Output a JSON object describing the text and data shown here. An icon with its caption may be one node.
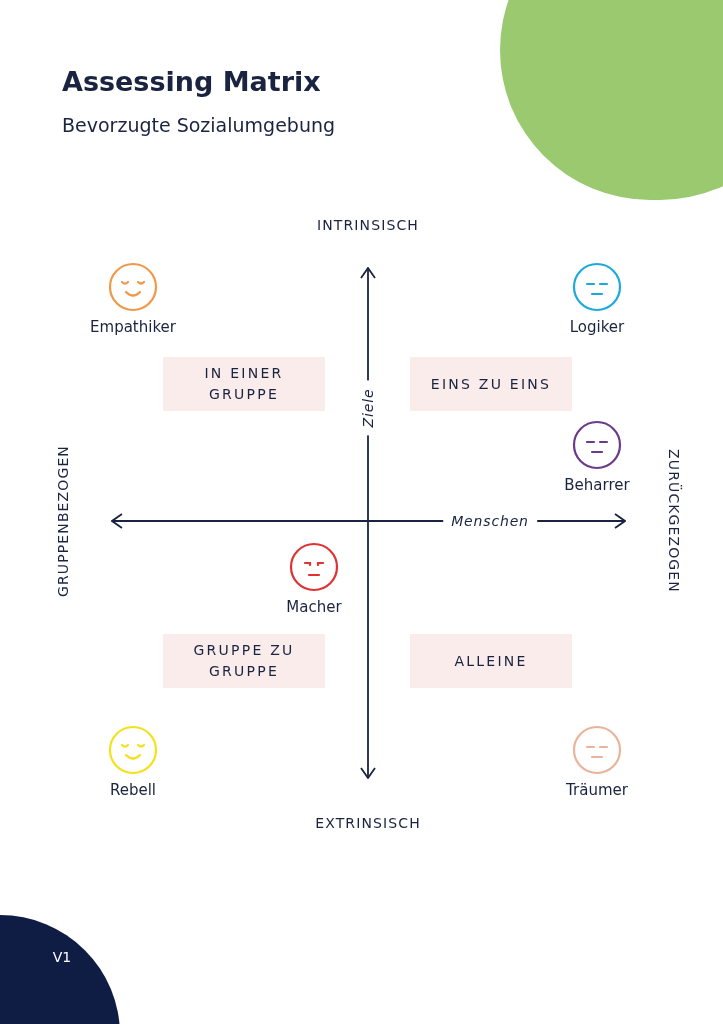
{
  "diagram": {
    "title": "Assessing Matrix",
    "nodes": [
      {
        "text": [
          "IN EINER GRUPPE"
        ]
      },
      {
        "text": [
          "EINS ZU EINS"
        ]
      },
      {
        "text": [
          "GRUPPE ZU GRUPPE"
        ]
      },
      {
        "text": [
          "ALLEINE"
        ]
      }
    ],
    "edges": [],
    "labels": [
      "Bevorzugte Sozialumgebung",
      "INTRINSISCH",
      "Empathiker",
      "Logiker",
      "Ziele",
      "Beharrer",
      "GRUPPENBEZOGEN",
      "ZURÜCKGEZOGEN",
      "Menschen",
      "Macher",
      "Rebell",
      "Träumer",
      "EXTRINSISCH",
      "V1"
    ]
  }
}
